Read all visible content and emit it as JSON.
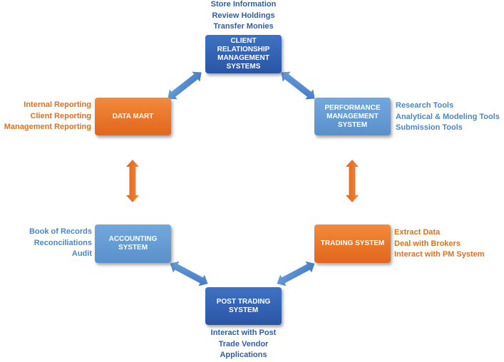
{
  "nodes": {
    "crm": {
      "lines": [
        "CLIENT",
        "RELATIONSHIP",
        "MANAGEMENT",
        "SYSTEMS"
      ]
    },
    "data_mart": {
      "lines": [
        "DATA MART"
      ]
    },
    "performance": {
      "lines": [
        "PERFORMANCE",
        "MANAGEMENT",
        "SYSTEM"
      ]
    },
    "accounting": {
      "lines": [
        "ACCOUNTING",
        "SYSTEM"
      ]
    },
    "trading": {
      "lines": [
        "TRADING SYSTEM"
      ]
    },
    "post_trading": {
      "lines": [
        "POST TRADING",
        "SYSTEM"
      ]
    }
  },
  "labels": {
    "crm": [
      "Store Information",
      "Review Holdings",
      "Transfer Monies"
    ],
    "data_mart": [
      "Internal Reporting",
      "Client Reporting",
      "Management Reporting"
    ],
    "performance": [
      "Research Tools",
      "Analytical & Modeling Tools",
      "Submission Tools"
    ],
    "accounting": [
      "Book of Records",
      "Reconciliations",
      "Audit"
    ],
    "trading": [
      "Extract Data",
      "Deal with Brokers",
      "Interact with PM System"
    ],
    "post_trading": [
      "Interact with Post",
      "Trade Vendor",
      "Applications"
    ]
  },
  "colors": {
    "dark_blue_box": "#2f5fb3",
    "light_blue_box": "#67a0d8",
    "orange_box": "#ea7a2c",
    "blue_text": "#4a86c8",
    "orange_text": "#e0701f",
    "orange_arrow": "#e8732a",
    "blue_arrow": "#5b93d3"
  }
}
